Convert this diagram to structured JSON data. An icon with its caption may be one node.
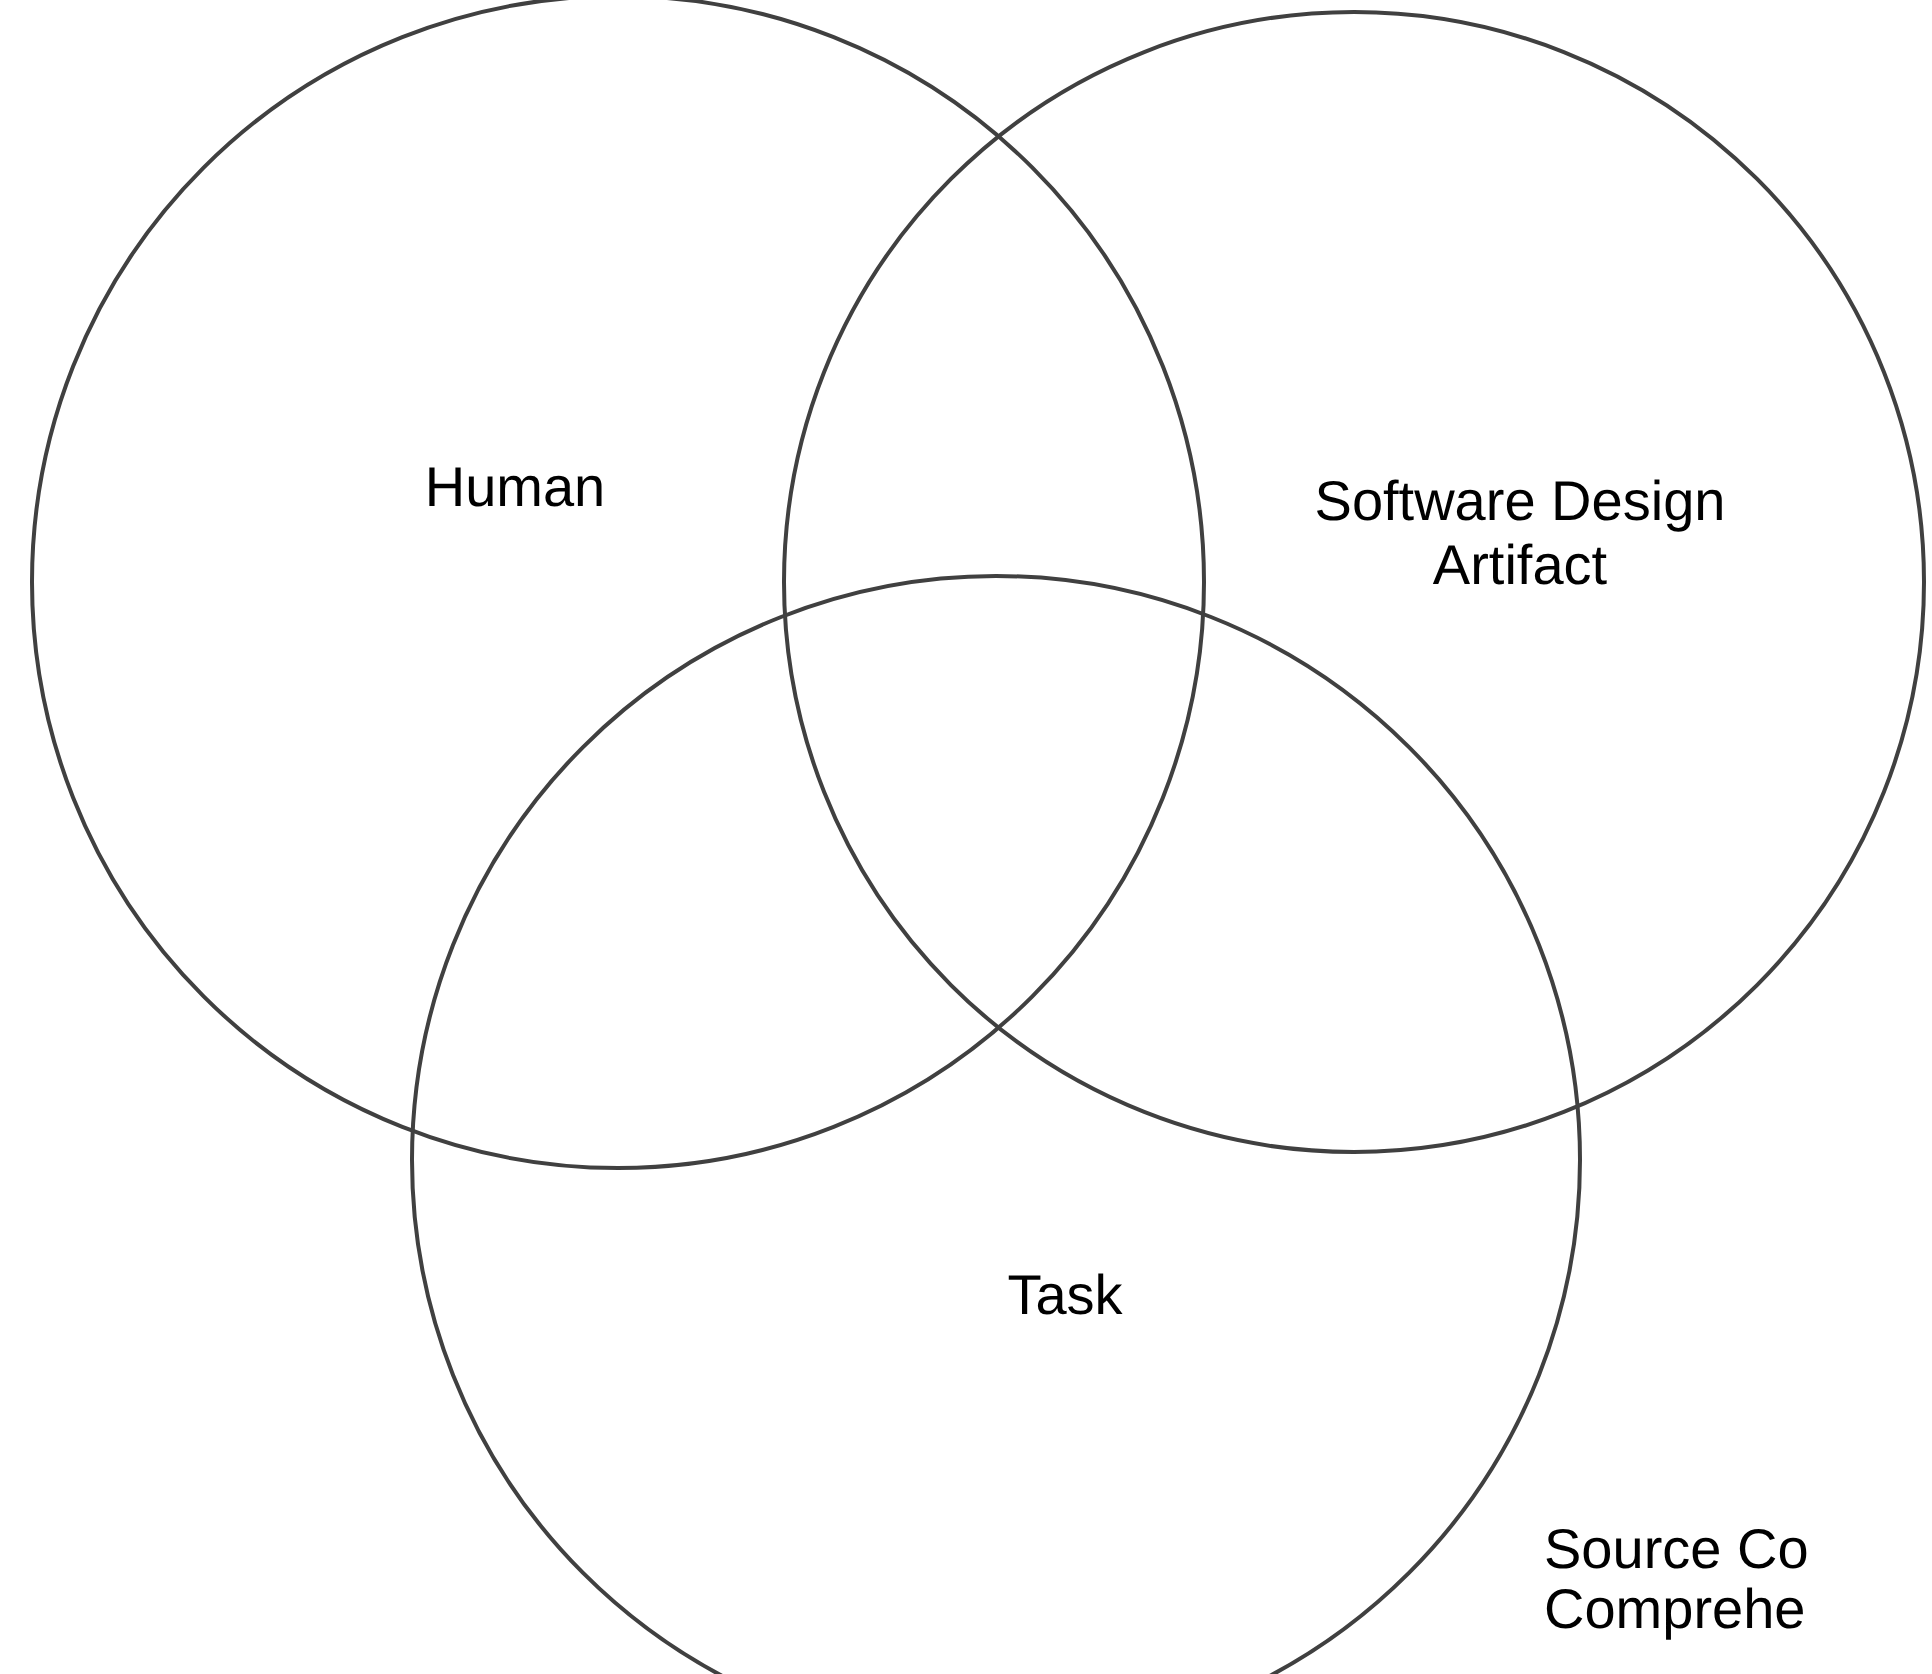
{
  "diagram": {
    "nodes": [
      {
        "text": [
          "Human"
        ]
      },
      {
        "text": [
          "Software Design Artifact"
        ]
      },
      {
        "text": [
          "Task"
        ]
      }
    ],
    "labels": [
      "Source Co Comprehe"
    ]
  }
}
